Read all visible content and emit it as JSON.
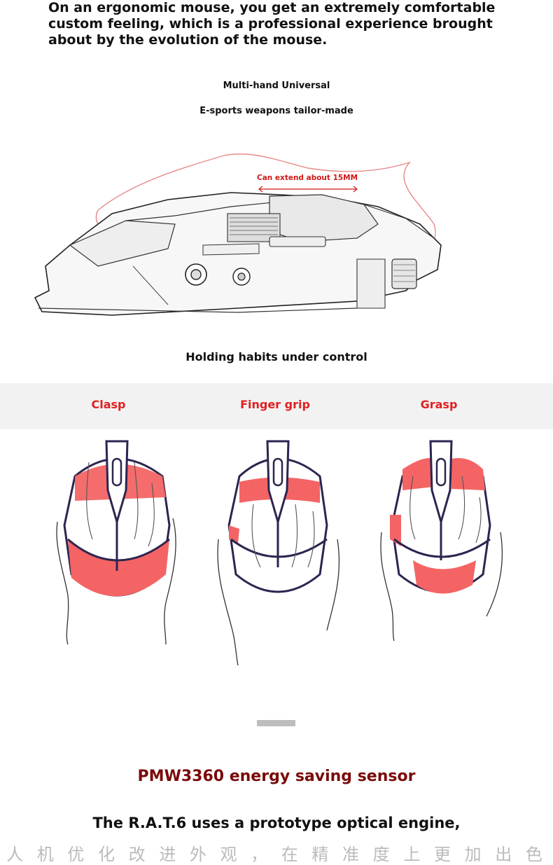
{
  "intro": {
    "text": "On an ergonomic mouse, you get an extremely comfortable custom feeling, which is a professional experience brought about by the evolution of the mouse."
  },
  "hero": {
    "line1": "Multi-hand Universal",
    "line2": "E-sports weapons tailor-made",
    "extend_label": "Can extend about 15MM"
  },
  "grips": {
    "heading": "Holding habits under control",
    "items": [
      {
        "label": "Clasp"
      },
      {
        "label": "Finger grip"
      },
      {
        "label": "Grasp"
      }
    ]
  },
  "sensor": {
    "title": "PMW3360 energy saving sensor",
    "line": "The R.A.T.6 uses a prototype optical engine,",
    "cut_line": "人 机 优 化 改 进 外 观 ， 在 精 准 度 上 更 加 出 色"
  },
  "colors": {
    "accent_red": "#e02020",
    "dark_red": "#7a0a0a",
    "navy": "#2c2550",
    "pad_red": "#f46464"
  }
}
